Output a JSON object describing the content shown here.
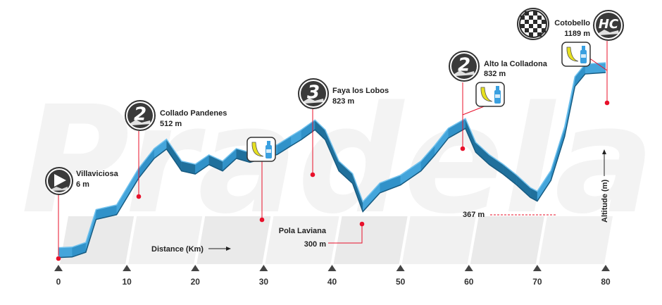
{
  "chart_data": {
    "type": "area",
    "xlabel": "Distance (Km)",
    "ylabel": "Altitude (m)",
    "xlim": [
      0,
      80
    ],
    "x_ticks": [
      0,
      10,
      20,
      30,
      40,
      50,
      60,
      70,
      80
    ],
    "x_tick_labels": [
      "0",
      "10",
      "20",
      "30",
      "40",
      "50",
      "60",
      "70",
      "80"
    ],
    "min_altitude_label": "367 m",
    "profile": [
      {
        "x": 0,
        "y": 6
      },
      {
        "x": 2,
        "y": 10
      },
      {
        "x": 4,
        "y": 40
      },
      {
        "x": 5.5,
        "y": 250
      },
      {
        "x": 8.5,
        "y": 280
      },
      {
        "x": 11.7,
        "y": 512
      },
      {
        "x": 14,
        "y": 640
      },
      {
        "x": 15.8,
        "y": 700
      },
      {
        "x": 18,
        "y": 560
      },
      {
        "x": 20,
        "y": 540
      },
      {
        "x": 22,
        "y": 600
      },
      {
        "x": 24,
        "y": 560
      },
      {
        "x": 26,
        "y": 640
      },
      {
        "x": 28,
        "y": 615
      },
      {
        "x": 30,
        "y": 640
      },
      {
        "x": 32,
        "y": 665
      },
      {
        "x": 34,
        "y": 720
      },
      {
        "x": 35.5,
        "y": 760
      },
      {
        "x": 37.5,
        "y": 823
      },
      {
        "x": 39,
        "y": 760
      },
      {
        "x": 41,
        "y": 560
      },
      {
        "x": 43,
        "y": 480
      },
      {
        "x": 44.5,
        "y": 300
      },
      {
        "x": 47,
        "y": 420
      },
      {
        "x": 50,
        "y": 470
      },
      {
        "x": 53,
        "y": 560
      },
      {
        "x": 55,
        "y": 660
      },
      {
        "x": 57,
        "y": 770
      },
      {
        "x": 59.5,
        "y": 832
      },
      {
        "x": 61,
        "y": 680
      },
      {
        "x": 63,
        "y": 600
      },
      {
        "x": 65,
        "y": 540
      },
      {
        "x": 67,
        "y": 470
      },
      {
        "x": 69,
        "y": 390
      },
      {
        "x": 70,
        "y": 367
      },
      {
        "x": 72,
        "y": 500
      },
      {
        "x": 74,
        "y": 780
      },
      {
        "x": 75.5,
        "y": 1100
      },
      {
        "x": 77,
        "y": 1180
      },
      {
        "x": 80,
        "y": 1189
      }
    ],
    "points": [
      {
        "x": 0,
        "y": 6,
        "name": "Villaviciosa",
        "label": "6 m",
        "icon": "start-icon"
      },
      {
        "x": 12,
        "y": 512,
        "name": "Collado Pandenes",
        "label": "512 m",
        "icon": "category-2-climb-icon",
        "category": "2"
      },
      {
        "x": 30,
        "y": 640,
        "icon": "feed-zone-icon"
      },
      {
        "x": 38,
        "y": 823,
        "name": "Faya los Lobos",
        "label": "823 m",
        "icon": "category-3-climb-icon",
        "category": "3"
      },
      {
        "x": 44.5,
        "y": 300,
        "name": "Pola Laviana",
        "label": "300 m"
      },
      {
        "x": 59.5,
        "y": 832,
        "name": "Alto la Colladona",
        "label": "832 m",
        "icon": "category-2-climb-icon",
        "category": "2",
        "extra_icon": "feed-zone-icon"
      },
      {
        "x": 80,
        "y": 1189,
        "name": "Cotobello",
        "label": "1189 m",
        "icon": "hc-climb-icon",
        "category": "HC",
        "extra_icon": "finish-flag-icon",
        "third_icon": "feed-zone-icon"
      }
    ],
    "colors": {
      "profile": "#3a9ad0",
      "profile_dark": "#1e6b96",
      "marker": "#e8102a",
      "axis": "#444444"
    },
    "watermark": "Pradela"
  }
}
